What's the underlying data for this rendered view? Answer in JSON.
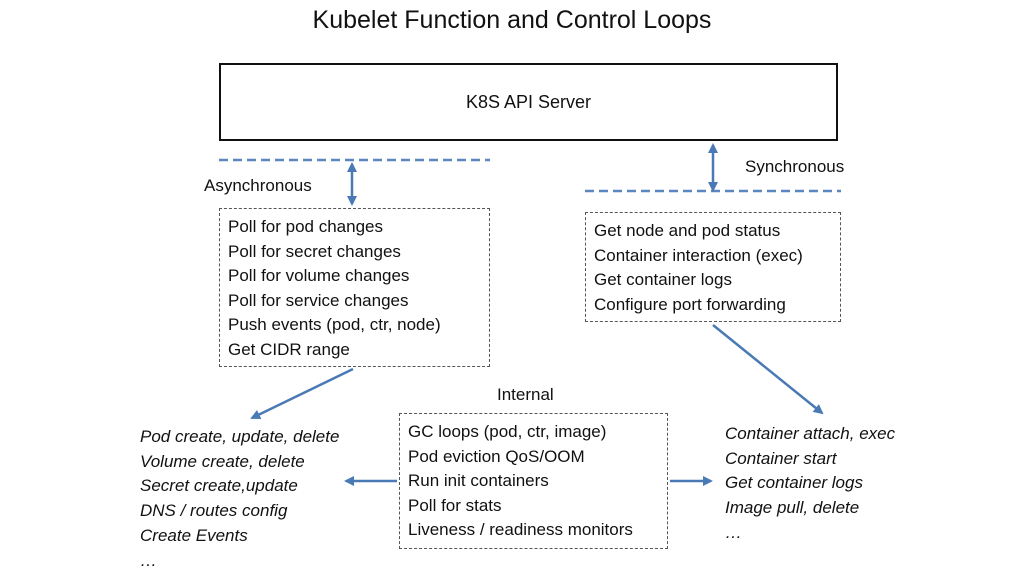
{
  "title": "Kubelet Function and Control Loops",
  "api_server": {
    "label": "K8S API Server"
  },
  "labels": {
    "asynchronous": "Asynchronous",
    "synchronous": "Synchronous",
    "internal": "Internal"
  },
  "async_box": {
    "items": [
      "Poll for pod changes",
      "Poll for secret changes",
      "Poll for volume changes",
      "Poll for service changes",
      "Push events (pod, ctr, node)",
      "Get CIDR range"
    ]
  },
  "sync_box": {
    "items": [
      "Get node and pod status",
      "Container interaction (exec)",
      "Get container logs",
      "Configure port forwarding"
    ]
  },
  "internal_box": {
    "items": [
      "GC loops (pod, ctr, image)",
      "Pod eviction QoS/OOM",
      "Run init containers",
      "Poll for stats",
      "Liveness / readiness monitors"
    ]
  },
  "left_list": {
    "items": [
      "Pod create, update, delete",
      "Volume create, delete",
      "Secret create,update",
      "DNS / routes config",
      "Create Events",
      "…"
    ]
  },
  "right_list": {
    "items": [
      "Container attach, exec",
      "Container start",
      "Get container logs",
      "Image pull, delete",
      "…"
    ]
  },
  "colors": {
    "arrow": "#4a7ab5",
    "dashed_line": "#5b86c0",
    "box_border": "#111111",
    "text": "#111111"
  }
}
